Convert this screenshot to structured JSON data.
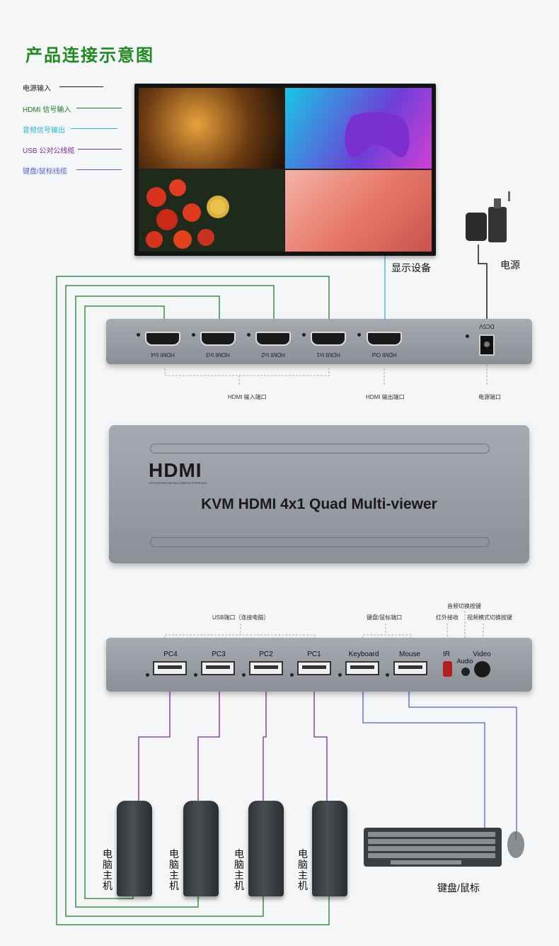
{
  "title": "产品连接示意图",
  "legend": [
    {
      "label": "电源输入",
      "color": "#1a1a1a"
    },
    {
      "label": "HDMI 信号输入",
      "color": "#1f7a2e"
    },
    {
      "label": "音频信号输出",
      "color": "#29b6d6"
    },
    {
      "label": "USB 公对公线缆",
      "color": "#7b2a9a"
    },
    {
      "label": "键盘/鼠标线缆",
      "color": "#5a5fd6"
    }
  ],
  "display_label": "显示设备",
  "power_label": "电源",
  "back_panel": {
    "ports": [
      "HDMI In4",
      "HDMI In3",
      "HDMI In2",
      "HDMI In1",
      "HDMI Out"
    ],
    "dc_label": "DC5V",
    "group_hdmi_in": "HDMI 输入端口",
    "group_hdmi_out": "HDMI 输出端口",
    "group_power": "电源端口"
  },
  "front": {
    "logo": "HDMI",
    "logo_sub": "HIGH-DEFINITION MULTIMEDIA INTERFACE",
    "model": "KVM HDMI 4x1 Quad Multi-viewer"
  },
  "front_panel": {
    "ports": [
      "PC4",
      "PC3",
      "PC2",
      "PC1",
      "Keyboard",
      "Mouse"
    ],
    "ir": "IR",
    "audio": "Audio",
    "video": "Video",
    "group_usb": "USB端口（连接电脑）",
    "group_kbm": "键盘/鼠标端口",
    "ann_audio_switch": "音频切换按键",
    "ann_ir": "红外接收",
    "ann_video_mode": "视频模式切换按键"
  },
  "pc_label": "电脑主机",
  "kbm_label": "键盘/鼠标",
  "colors": {
    "title_green": "#1f8a1f",
    "hdmi_line": "#1f7a2e",
    "audio_line": "#29b6d6",
    "usb_line": "#7b2a9a",
    "kbm_line": "#5a5fd6",
    "power_line": "#1a1a1a"
  }
}
